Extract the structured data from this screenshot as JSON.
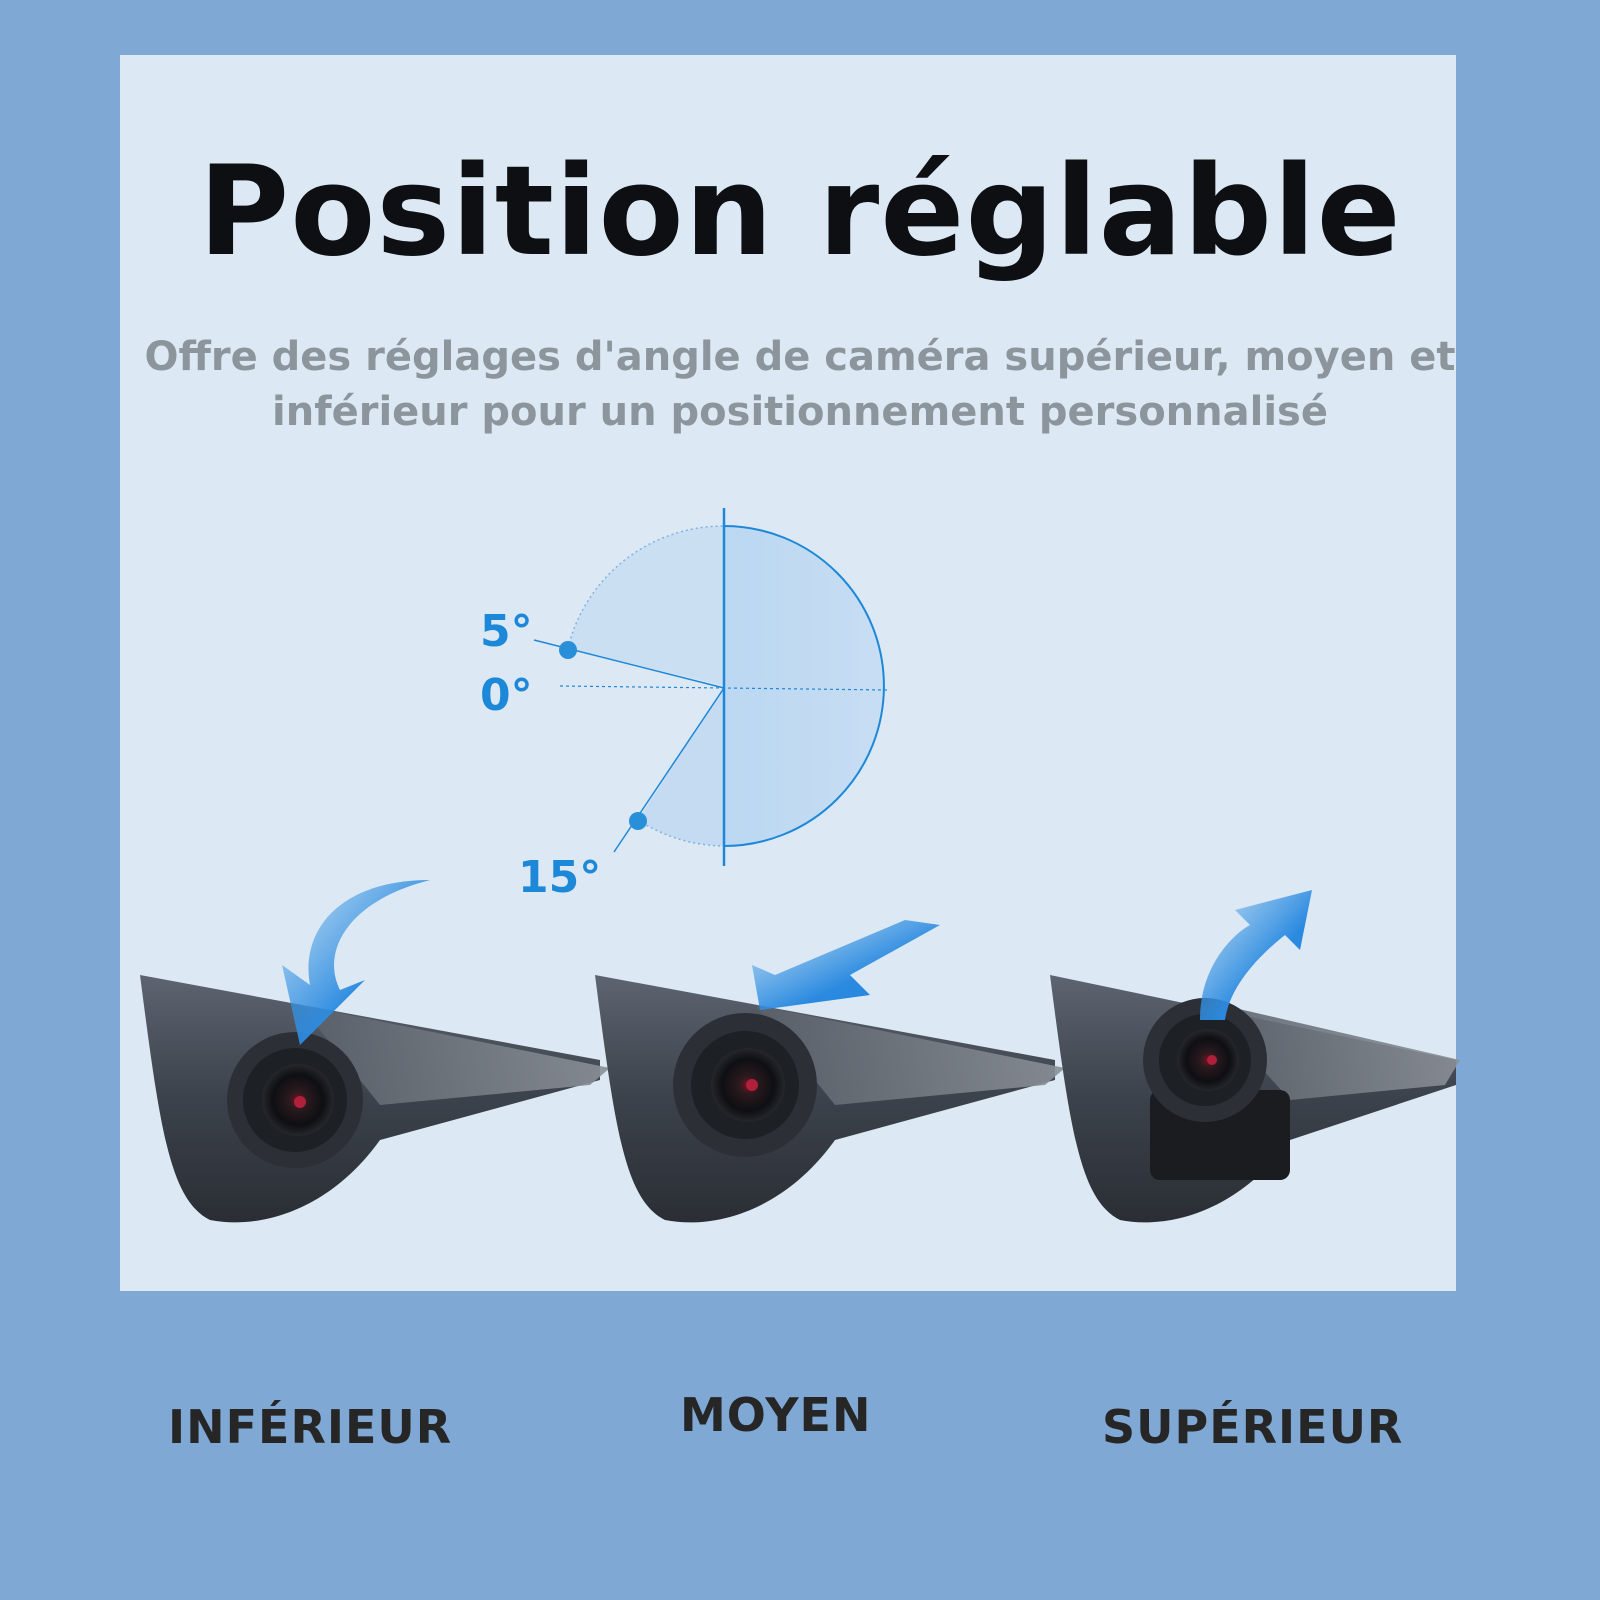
{
  "header": {
    "title": "Position réglable",
    "subtitle_line1": "Offre des réglages d'angle de caméra supérieur, moyen et",
    "subtitle_line2": "inférieur pour un positionnement personnalisé"
  },
  "angle_diagram": {
    "labels": [
      "5°",
      "0°",
      "15°"
    ],
    "accent_color": "#1e88d8"
  },
  "positions": [
    {
      "label": "INFÉRIEUR",
      "arrow": "down"
    },
    {
      "label": "MOYEN",
      "arrow": "level"
    },
    {
      "label": "SUPÉRIEUR",
      "arrow": "up"
    }
  ],
  "colors": {
    "background": "#7fa9d4",
    "panel": "#dce9f5",
    "title": "#0d0f12",
    "subtitle": "#8c949c"
  }
}
